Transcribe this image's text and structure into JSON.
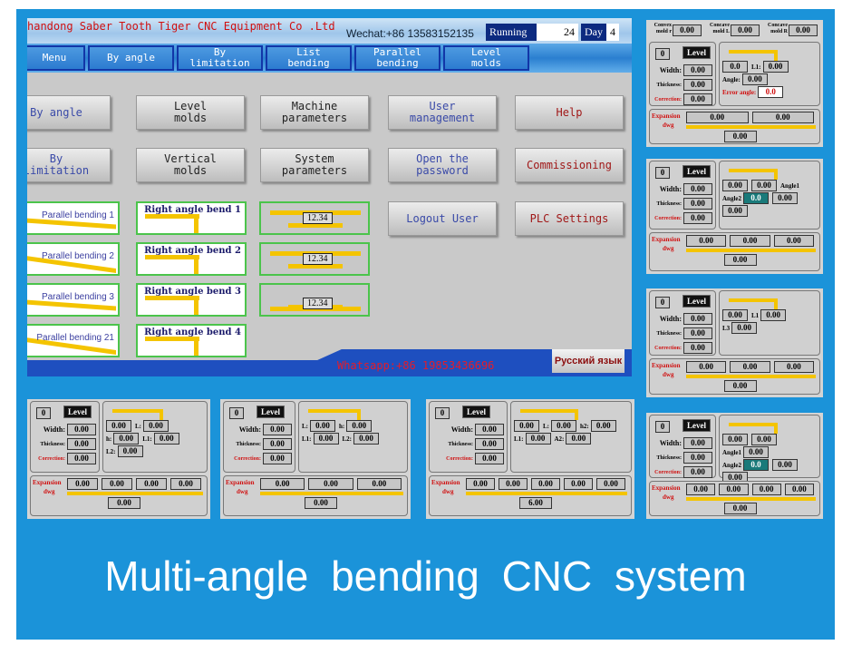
{
  "header": {
    "company": "handong Saber Tooth Tiger CNC Equipment Co .Ltd",
    "wechat": "Wechat:+86 13583152135",
    "running_label": "Running",
    "running_value": "24",
    "day_label": "Day",
    "day_value": "4"
  },
  "menu": [
    "Menu",
    "By angle",
    "By\nlimitation",
    "List\nbending",
    "Parallel\nbending",
    "Level\nmolds"
  ],
  "buttons": [
    {
      "label": "By angle",
      "style": "b"
    },
    {
      "label": "Level\nmolds",
      "style": ""
    },
    {
      "label": "Machine\nparameters",
      "style": ""
    },
    {
      "label": "User\nmanagement",
      "style": "b"
    },
    {
      "label": "Help",
      "style": "r"
    },
    {
      "label": "By\nlimitation",
      "style": "b"
    },
    {
      "label": "Vertical\nmolds",
      "style": ""
    },
    {
      "label": "System\nparameters",
      "style": ""
    },
    {
      "label": "Open the\npassword",
      "style": "b"
    },
    {
      "label": "Commissioning",
      "style": "r"
    },
    {
      "label": "Logout User",
      "style": "b"
    },
    {
      "label": "PLC Settings",
      "style": "r"
    }
  ],
  "thumbs": {
    "parallel": [
      "Parallel bending 1",
      "Parallel bending 2",
      "Parallel bending 3",
      "Parallel bending 21"
    ],
    "right": [
      "Right angle bend 1",
      "Right angle bend 2",
      "Right angle bend 3",
      "Right angle bend 4"
    ],
    "value": "12.34"
  },
  "footer": {
    "whatsapp": "Whatsapp:+86 19853436696",
    "language": "Русский язык"
  },
  "common": {
    "zero": "0",
    "level": "Level",
    "width": "Width:",
    "thickness": "Thickness:",
    "correction": "Correction:",
    "expansion": "Expansion",
    "dwg": "dwg"
  },
  "panels": [
    {
      "top": [
        [
          "Convex mold r",
          "0.00"
        ],
        [
          "Concave mold L",
          "0.00"
        ],
        [
          "Concave mold R",
          "0.00"
        ]
      ],
      "left": [
        "0.00",
        "0.00",
        "0.00"
      ],
      "right": [
        [
          "",
          "0.0"
        ],
        [
          "L1:",
          "0.00"
        ],
        [
          "Angle:",
          "0.00"
        ],
        [
          "Error angle:",
          "0.0"
        ]
      ],
      "exp": [
        "0.00",
        "0.00"
      ],
      "total": "0.00"
    },
    {
      "left": [
        "0.00",
        "0.00",
        "0.00"
      ],
      "right": [
        [
          "",
          "0.00"
        ],
        [
          "",
          "0.00"
        ],
        [
          "Angle1",
          ""
        ],
        [
          "Angle2",
          "0.0"
        ],
        [
          "",
          "0.00"
        ],
        [
          "",
          "0.00"
        ]
      ],
      "exp": [
        "0.00",
        "0.00",
        "0.00"
      ],
      "total": "0.00"
    },
    {
      "left": [
        "0.00",
        "0.00",
        "0.00"
      ],
      "right": [
        [
          "",
          "0.00"
        ],
        [
          "L1",
          "0.00"
        ],
        [
          "L3",
          "0.00"
        ]
      ],
      "exp": [
        "0.00",
        "0.00",
        "0.00"
      ],
      "total": "0.00"
    },
    {
      "left": [
        "0.00",
        "0.00",
        "0.00"
      ],
      "right": [
        [
          "",
          "0.00"
        ],
        [
          "",
          "0.00"
        ],
        [
          "Angle1",
          "0.00"
        ],
        [
          "Angle2",
          "0.0"
        ],
        [
          "",
          "0.00"
        ],
        [
          "",
          "0.00"
        ]
      ],
      "exp": [
        "0.00",
        "0.00",
        "0.00",
        "0.00"
      ],
      "total": "0.00"
    },
    {
      "left": [
        "0.00",
        "0.00",
        "0.00"
      ],
      "right": [
        [
          "",
          "0.00"
        ],
        [
          "L:",
          "0.00"
        ],
        [
          "h:",
          "0.00"
        ],
        [
          "L1:",
          "0.00"
        ],
        [
          "L2:",
          "0.00"
        ]
      ],
      "exp": [
        "0.00",
        "0.00",
        "0.00",
        "0.00"
      ],
      "total": "0.00"
    },
    {
      "left": [
        "0.00",
        "0.00",
        "0.00"
      ],
      "right": [
        [
          "L:",
          "0.00"
        ],
        [
          "h:",
          "0.00"
        ],
        [
          "L1:",
          "0.00"
        ],
        [
          "L2:",
          "0.00"
        ]
      ],
      "exp": [
        "0.00",
        "0.00",
        "0.00"
      ],
      "total": "0.00"
    },
    {
      "left": [
        "0.00",
        "0.00",
        "0.00"
      ],
      "right": [
        [
          "",
          "0.00"
        ],
        [
          "L:",
          "0.00"
        ],
        [
          "h2:",
          "0.00"
        ],
        [
          "L1:",
          "0.00"
        ],
        [
          "A2:",
          "0.00"
        ]
      ],
      "exp": [
        "0.00",
        "0.00",
        "0.00",
        "0.00",
        "0.00"
      ],
      "total": "6.00"
    }
  ],
  "caption": "Multi-angle bending CNC system",
  "colors": {
    "frame": "#1b93d9",
    "accent_yellow": "#f4c400",
    "alert_red": "#d01010"
  }
}
